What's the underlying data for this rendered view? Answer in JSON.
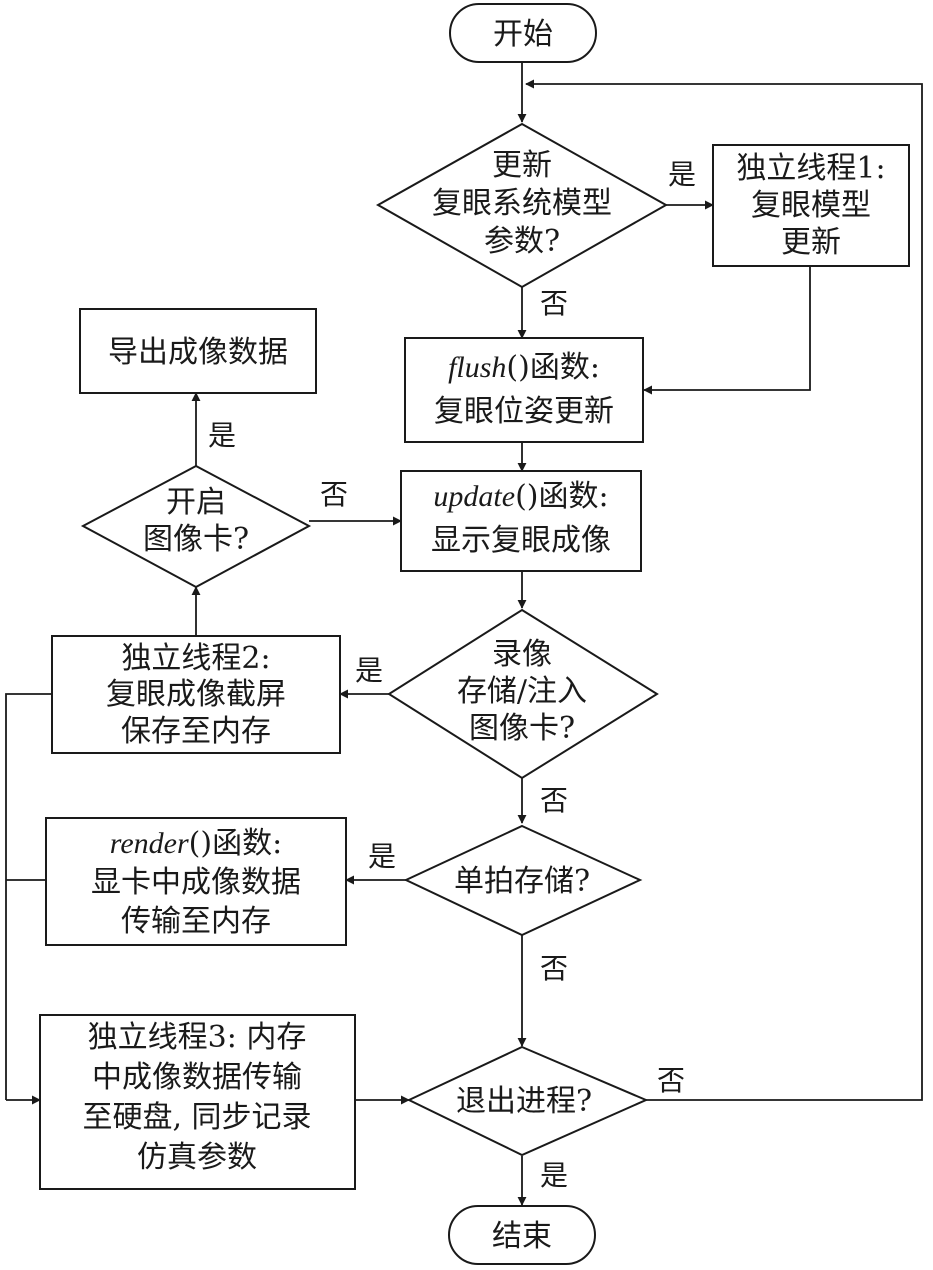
{
  "nodes": {
    "start": "开始",
    "check_update": [
      "更新",
      "复眼系统模型",
      "参数?"
    ],
    "thread1": [
      "独立线程1:",
      "复眼模型",
      "更新"
    ],
    "flush": {
      "fn": "flush",
      "rest": "()函数:",
      "line2": "复眼位姿更新"
    },
    "update": {
      "fn": "update",
      "rest": "()函数:",
      "line2": "显示复眼成像"
    },
    "export": "导出成像数据",
    "card_check": [
      "开启",
      "图像卡?"
    ],
    "thread2": [
      "独立线程2:",
      "复眼成像截屏",
      "保存至内存"
    ],
    "record_check": [
      "录像",
      "存储/注入",
      "图像卡?"
    ],
    "render": {
      "fn": "render",
      "rest": "()函数:",
      "line2": "显卡中成像数据",
      "line3": "传输至内存"
    },
    "single_check": "单拍存储?",
    "thread3": [
      "独立线程3: 内存",
      "中成像数据传输",
      "至硬盘, 同步记录",
      "仿真参数"
    ],
    "exit_check": "退出进程?",
    "end": "结束"
  },
  "labels": {
    "yes": "是",
    "no": "否"
  }
}
